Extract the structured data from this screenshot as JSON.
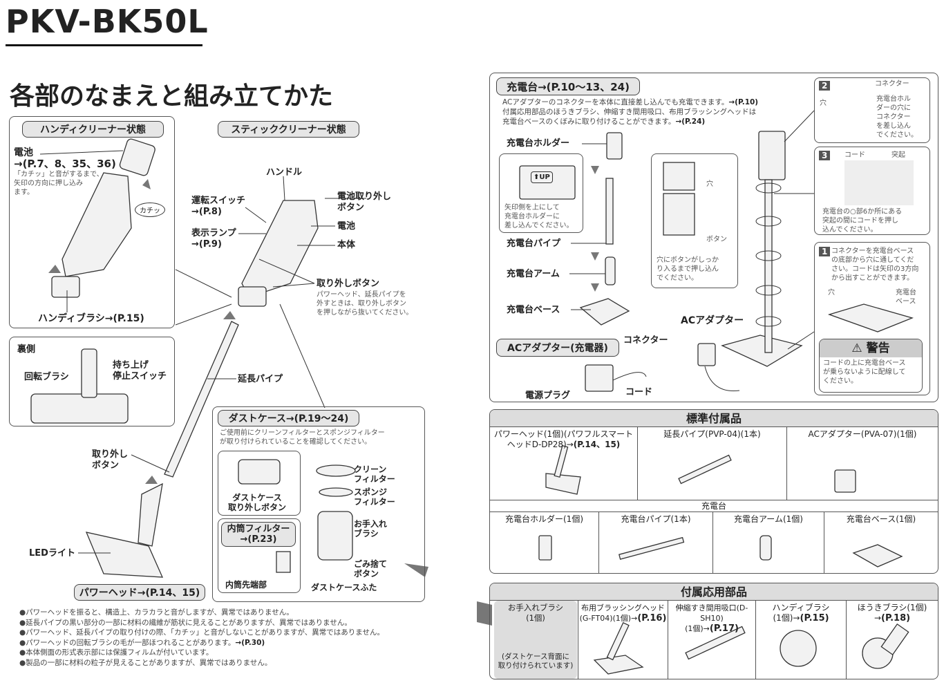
{
  "left": {
    "title": "PKV-BK50L",
    "heading": "各部のなまえと組み立てかた",
    "handy": {
      "tag": "ハンディクリーナー状態",
      "battery": "電池",
      "battery_ref": "→(P.7、8、35、36)",
      "battery_note": [
        "「カチッ」と音がするまで、",
        "矢印の方向に押し込み",
        "ます。"
      ],
      "click": "カチッ",
      "brush": "ハンディブラシ→(P.15)"
    },
    "stick": {
      "tag": "スティッククリーナー状態",
      "handle": "ハンドル",
      "switch": "運転スイッチ",
      "switch_ref": "→(P.8)",
      "lamp": "表示ランプ",
      "lamp_ref": "→(P.9)",
      "battery_release": [
        "電池取り外し",
        "ボタン"
      ],
      "battery": "電池",
      "body": "本体",
      "release": "取り外しボタン",
      "release_note": [
        "パワーヘッド、延長パイプを",
        "外すときは、取り外しボタン",
        "を押しながら抜いてください。"
      ],
      "pipe": "延長パイプ",
      "release2": [
        "取り外し",
        "ボタン"
      ],
      "led": "LEDライト",
      "powerhead": "パワーヘッド→(P.14、15)"
    },
    "back": {
      "title": "裏側",
      "brush": "回転ブラシ",
      "stop": [
        "持ち上げ",
        "停止スイッチ"
      ]
    },
    "dust": {
      "tag": "ダストケース→(P.19〜24)",
      "note": [
        "ご使用前にクリーンフィルターとスポンジフィルター",
        "が取り付けられていることを確認してください。"
      ],
      "release": [
        "ダストケース",
        "取り外しボタン"
      ],
      "inner_tag": [
        "内筒フィルター",
        "→(P.23)"
      ],
      "inner_tip": "内筒先端部",
      "clean": [
        "クリーン",
        "フィルター"
      ],
      "sponge": [
        "スポンジ",
        "フィルター"
      ],
      "care": [
        "お手入れ",
        "ブラシ"
      ],
      "dump": [
        "ごみ捨て",
        "ボタン"
      ],
      "lid": "ダストケースふた"
    },
    "notes": [
      "●パワーヘッドを振ると、構造上、カラカラと音がしますが、異常ではありません。",
      "●延長パイプの黒い部分の一部に材料の繊維が筋状に見えることがありますが、異常ではありません。",
      "●パワーヘッド、延長パイプの取り付けの際、「カチッ」と音がしないことがありますが、異常ではありません。",
      "●パワーヘッドの回転ブラシの毛が一部ほつれることがあります。",
      "●本体側面の形式表示部には保護フィルムが付いています。",
      "●製品の一部に材料の粒子が見えることがありますが、異常ではありません。"
    ],
    "notes_ref": "→(P.30)"
  },
  "right": {
    "stand": {
      "tag": "充電台→(P.10〜13、24)",
      "text": [
        "ACアダプターのコネクターを本体に直接差し込んでも充電できます。",
        "付属応用部品のほうきブラシ、伸縮すき間用吸口、布用ブラッシングヘッドは",
        "充電台ベースのくぼみに取り付けることができます。"
      ],
      "text_ref1": "→(P.10)",
      "text_ref2": "→(P.24)",
      "holder": "充電台ホルダー",
      "pipe": "充電台パイプ",
      "arm": "充電台アーム",
      "base": "充電台ベース",
      "up": "UP",
      "callout1": [
        "矢印側を上にして",
        "充電台ホルダーに",
        "差し込んでください。"
      ],
      "hole": "穴",
      "button": "ボタン",
      "callout2": [
        "穴にボタンがしっか",
        "り入るまで押し込ん",
        "でください。"
      ],
      "ac": "ACアダプター",
      "ac_tag": "ACアダプター(充電器)",
      "connector": "コネクター",
      "cord": "コード",
      "plug": "電源プラグ",
      "step2": {
        "num": "2",
        "connector": "コネクター",
        "hole": "穴",
        "text": [
          "充電台ホル",
          "ダーの穴に",
          "コネクター",
          "を差し込ん",
          "でください。"
        ]
      },
      "step3": {
        "num": "3",
        "cord": "コード",
        "bump": "突起",
        "text": [
          "充電台の○部6か所にある",
          "突起の間にコードを押し",
          "込んでください。"
        ]
      },
      "step1": {
        "num": "1",
        "text": [
          "コネクターを充電台ベース",
          "の底部から穴に通してくだ",
          "さい。コードは矢印の3方向",
          "から出すことができます。"
        ],
        "hole": "穴",
        "base": [
          "充電台",
          "ベース"
        ]
      },
      "warning": {
        "title": "警告",
        "text": [
          "コードの上に充電台ベース",
          "が乗らないように配線して",
          "ください。"
        ]
      }
    },
    "standard": {
      "title": "標準付属品",
      "row1": [
        {
          "label": [
            "パワーヘッド(1個)(パワフルスマート",
            "ヘッドD-DP28)→"
          ],
          "ref": "(P.14、15)"
        },
        {
          "label": [
            "延長パイプ(PVP-04)(1本)"
          ]
        },
        {
          "label": [
            "ACアダプター(PVA-07)(1個)"
          ]
        }
      ],
      "stand_label": "充電台",
      "row2": [
        "充電台ホルダー(1個)",
        "充電台パイプ(1本)",
        "充電台アーム(1個)",
        "充電台ベース(1個)"
      ]
    },
    "applied": {
      "title": "付属応用部品",
      "items": [
        {
          "label": [
            "お手入れブラシ",
            "(1個)"
          ],
          "note": [
            "(ダストケース背面に",
            "取り付けられています)"
          ]
        },
        {
          "label": [
            "布用ブラッシングヘッド",
            "(G-FT04)(1個)→"
          ],
          "ref": "(P.16)"
        },
        {
          "label": [
            "伸縮すき間用吸口(D-SH10)",
            "(1個)→"
          ],
          "ref": "(P.17)"
        },
        {
          "label": [
            "ハンディブラシ",
            "(1個)→"
          ],
          "ref": "(P.15)"
        },
        {
          "label": [
            "ほうきブラシ(1個)",
            "→"
          ],
          "ref": "(P.18)"
        }
      ]
    }
  }
}
